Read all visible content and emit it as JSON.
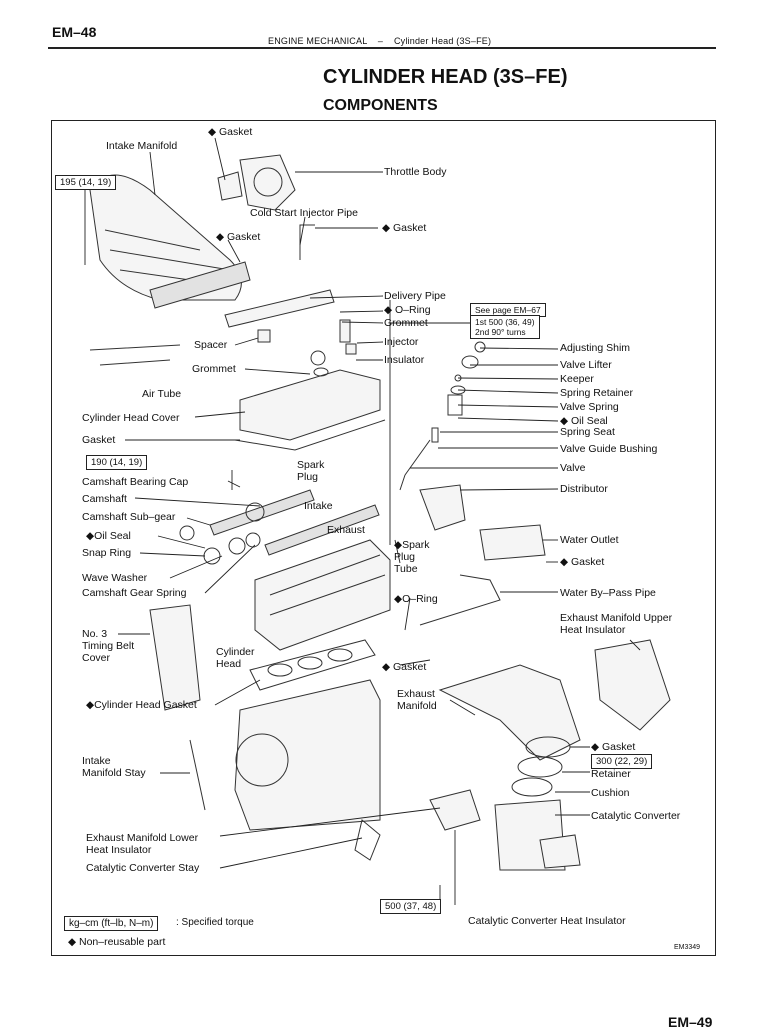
{
  "page": {
    "page_number": "EM–48",
    "next_page_number": "EM–49",
    "section": "ENGINE MECHANICAL",
    "dash": "–",
    "subsection": "Cylinder Head (3S–FE)",
    "title": "CYLINDER HEAD (3S–FE)",
    "subtitle": "COMPONENTS"
  },
  "diagram": {
    "labels": {
      "gasket_top": "◆ Gasket",
      "intake_manifold": "Intake Manifold",
      "throttle_body": "Throttle Body",
      "cold_start_injector_pipe": "Cold Start Injector Pipe",
      "gasket_csi": "◆ Gasket",
      "gasket_im": "◆ Gasket",
      "delivery_pipe": "Delivery Pipe",
      "o_ring_1": "◆ O–Ring",
      "grommet_1": "Grommet",
      "injector": "Injector",
      "insulator": "Insulator",
      "spacer": "Spacer",
      "grommet_2": "Grommet",
      "air_tube": "Air Tube",
      "cylinder_head_cover": "Cylinder Head Cover",
      "gasket_cover": "Gasket",
      "spark_plug": "Spark\nPlug",
      "camshaft_bearing_cap": "Camshaft Bearing Cap",
      "camshaft": "Camshaft",
      "intake": "Intake",
      "exhaust": "Exhaust",
      "camshaft_sub_gear": "Camshaft Sub–gear",
      "oil_seal_cam": "◆Oil Seal",
      "snap_ring": "Snap Ring",
      "wave_washer": "Wave Washer",
      "camshaft_gear_spring": "Camshaft Gear Spring",
      "spark_plug_tube": "◆Spark\nPlug\nTube",
      "o_ring_2": "◆O–Ring",
      "no3_timing_belt_cover": "No. 3\nTiming Belt\nCover",
      "cylinder_head": "Cylinder\nHead",
      "gasket_exh": "◆ Gasket",
      "cylinder_head_gasket": "◆Cylinder Head Gasket",
      "exhaust_manifold": "Exhaust\nManifold",
      "intake_manifold_stay": "Intake\nManifold Stay",
      "exhaust_manifold_lower_heat_insulator": "Exhaust Manifold Lower\nHeat Insulator",
      "catalytic_converter_stay": "Catalytic Converter Stay",
      "adjusting_shim": "Adjusting Shim",
      "valve_lifter": "Valve Lifter",
      "keeper": "Keeper",
      "spring_retainer": "Spring Retainer",
      "valve_spring": "Valve Spring",
      "oil_seal_valve": "◆ Oil Seal",
      "spring_seat": "Spring Seat",
      "valve_guide_bushing": "Valve Guide Bushing",
      "valve": "Valve",
      "distributor": "Distributor",
      "water_outlet": "Water Outlet",
      "gasket_wo": "◆ Gasket",
      "water_bypass_pipe": "Water By–Pass Pipe",
      "exhaust_manifold_upper_heat_insulator": "Exhaust Manifold Upper\nHeat Insulator",
      "gasket_cc": "◆ Gasket",
      "retainer": "Retainer",
      "cushion": "Cushion",
      "catalytic_converter": "Catalytic Converter",
      "catalytic_converter_heat_insulator": "Catalytic Converter Heat Insulator"
    },
    "torque_boxes": {
      "intake_manifold_torque": "195 (14, 19)",
      "bearing_cap_torque": "190 (14, 19)",
      "head_bolt_ref": "See page EM–67",
      "head_bolt_step1": "1st 500 (36, 49)",
      "head_bolt_step2": "2nd 90° turns",
      "cat_torque": "300 (22, 29)",
      "exhaust_torque": "500 (37, 48)"
    },
    "legend": {
      "torque_key": "kg–cm (ft–lb, N–m)",
      "torque_desc": ":  Specified torque",
      "nonreusable": "◆ Non–reusable part"
    },
    "figure_code": "EM3349"
  }
}
